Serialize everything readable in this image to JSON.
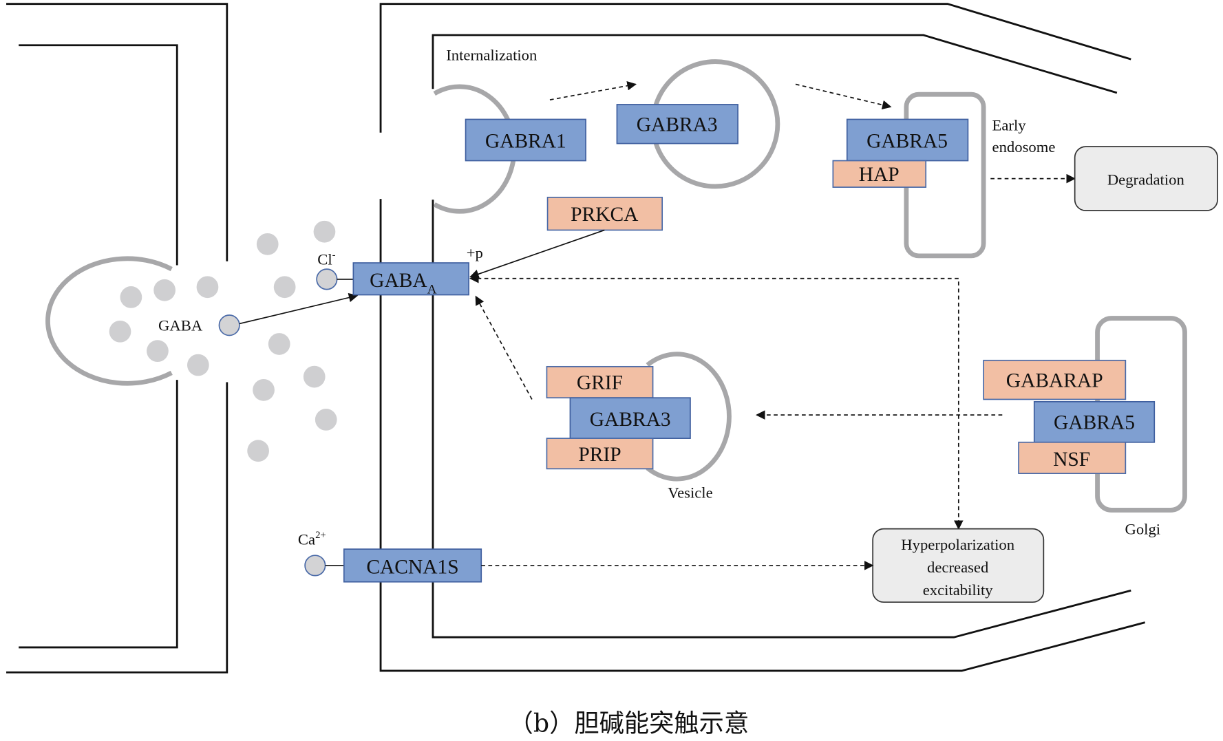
{
  "diagram": {
    "title_text": "Internalization",
    "caption": "（b）胆碱能突触示意",
    "colors": {
      "receptor_blue": "#7f9fd1",
      "protein_salmon": "#f2bfa4",
      "membrane_gray": "#a7a7a9",
      "outcome_box": "#ececec"
    },
    "labels": {
      "gaba": "GABA",
      "chloride_base": "Cl",
      "chloride_sup": "-",
      "calcium_base": "Ca",
      "calcium_sup": "2+",
      "phosphorylation": "+p",
      "early_endosome_line1": "Early",
      "early_endosome_line2": "endosome",
      "vesicle": "Vesicle",
      "golgi": "Golgi"
    },
    "nodes": {
      "gabra1_internalizing": "GABRA1",
      "gabra3_internalized": "GABRA3",
      "gabra5_endosome": "GABRA5",
      "hap": "HAP",
      "prkca": "PRKCA",
      "gaba_a_base": "GABA",
      "gaba_a_sub": "A",
      "grif": "GRIF",
      "gabra3_vesicle": "GABRA3",
      "prip": "PRIP",
      "gabarap": "GABARAP",
      "gabra5_golgi": "GABRA5",
      "nsf": "NSF",
      "cacna1s": "CACNA1S"
    },
    "outcomes": {
      "degradation": "Degradation",
      "hyperpolarization_line1": "Hyperpolarization",
      "hyperpolarization_line2": "decreased",
      "hyperpolarization_line3": "excitability"
    },
    "edges": [
      {
        "from": "GABRA1",
        "to": "GABRA3",
        "style": "dashed"
      },
      {
        "from": "GABRA3",
        "to": "GABRA5 (early endosome)",
        "style": "dashed"
      },
      {
        "from": "Early endosome",
        "to": "Degradation",
        "style": "dashed"
      },
      {
        "from": "PRKCA",
        "to": "GABA_A",
        "style": "solid",
        "label": "+p"
      },
      {
        "from": "GABA",
        "to": "GABA_A",
        "style": "solid"
      },
      {
        "from": "GABA_A",
        "to": "Hyperpolarization decreased excitability",
        "style": "dashed"
      },
      {
        "from": "Vesicle (GRIF/GABRA3/PRIP)",
        "to": "GABA_A",
        "style": "dashed"
      },
      {
        "from": "Golgi (GABARAP/GABRA5/NSF)",
        "to": "Vesicle",
        "style": "dashed"
      },
      {
        "from": "CACNA1S",
        "to": "Hyperpolarization decreased excitability",
        "style": "dashed"
      }
    ]
  }
}
